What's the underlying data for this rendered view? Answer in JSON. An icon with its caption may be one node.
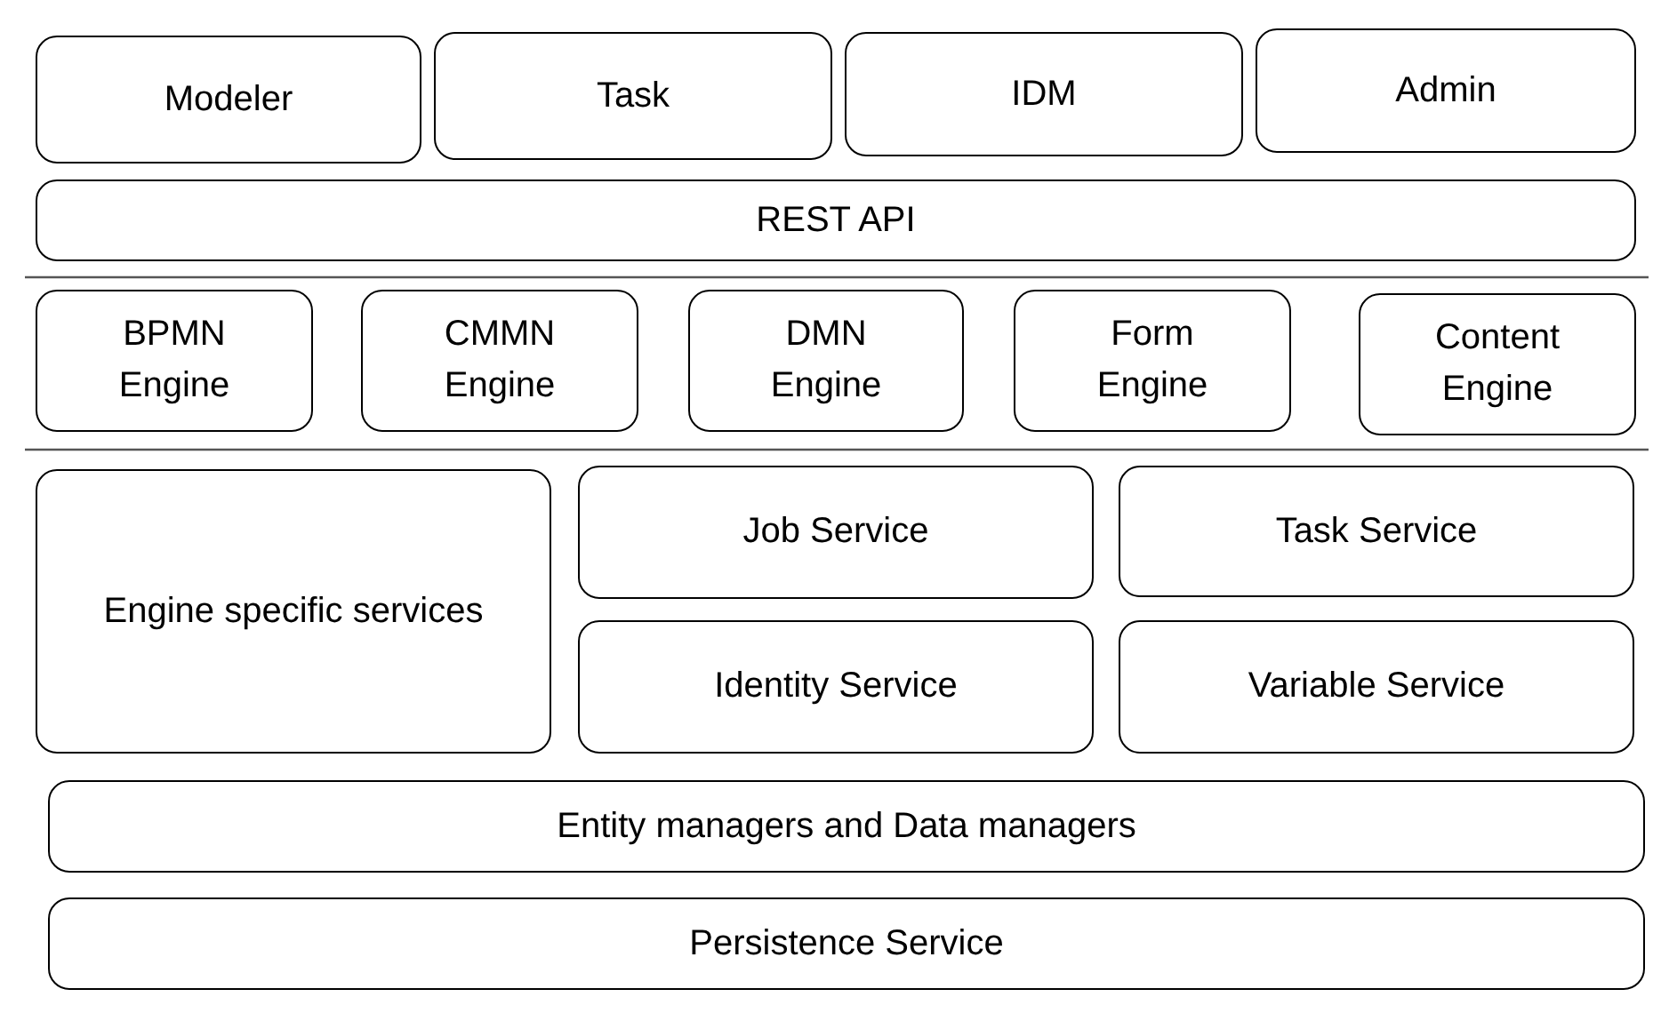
{
  "diagram": {
    "nodes": [
      {
        "text": [
          "Modeler"
        ]
      },
      {
        "text": [
          "Task"
        ]
      },
      {
        "text": [
          "IDM"
        ]
      },
      {
        "text": [
          "Admin"
        ]
      },
      {
        "text": [
          "REST API"
        ]
      },
      {
        "text": [
          "BPMN Engine"
        ]
      },
      {
        "text": [
          "CMMN Engine"
        ]
      },
      {
        "text": [
          "DMN Engine"
        ]
      },
      {
        "text": [
          "Form Engine"
        ]
      },
      {
        "text": [
          "Content Engine"
        ]
      },
      {
        "text": [
          "Engine specific services"
        ]
      },
      {
        "text": [
          "Job Service"
        ]
      },
      {
        "text": [
          "Task Service"
        ]
      },
      {
        "text": [
          "Identity Service"
        ]
      },
      {
        "text": [
          "Variable Service"
        ]
      },
      {
        "text": [
          "Entity managers and Data managers"
        ]
      },
      {
        "text": [
          "Persistence Service"
        ]
      }
    ]
  }
}
